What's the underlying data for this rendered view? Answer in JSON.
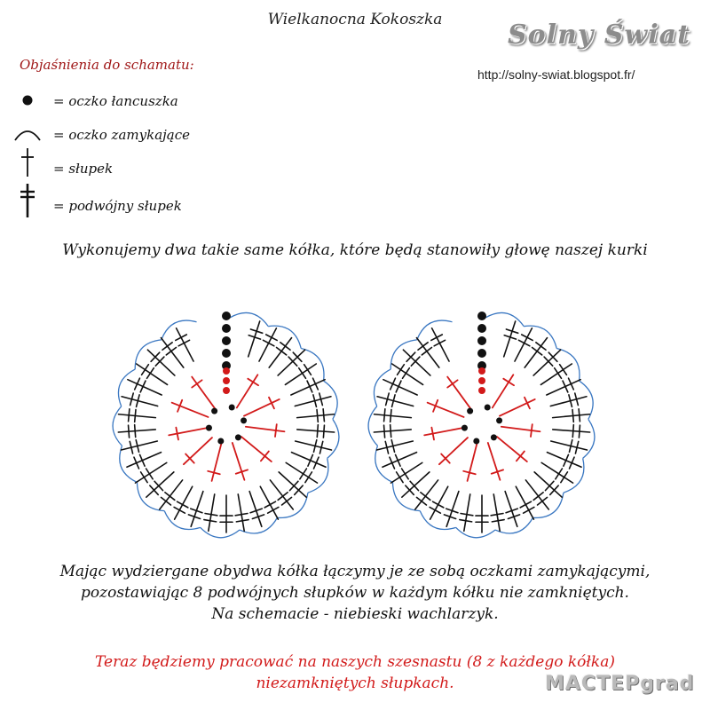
{
  "header": {
    "title": "Wielkanocna Kokoszka",
    "logo_text": "Solny Świat",
    "url": "http://solny-swiat.blogspot.fr/"
  },
  "legend": {
    "title": "Objaśnienia do schamatu:",
    "items": [
      {
        "icon": "chain-stitch-icon",
        "label": "= oczko łancuszka"
      },
      {
        "icon": "slip-stitch-icon",
        "label": "= oczko zamykające"
      },
      {
        "icon": "treble-stitch-icon",
        "label": "= słupek"
      },
      {
        "icon": "double-treble-stitch-icon",
        "label": "= podwójny słupek"
      }
    ]
  },
  "subtitle": "Wykonujemy dwa takie same kółka, które będą stanowiły głowę naszej kurki",
  "instructions": {
    "line1": "Mając wydziergane obydwa kółka łączymy je ze sobą oczkami zamykającymi,",
    "line2": "pozostawiając 8 podwójnych słupków w każdym kółku nie zamkniętych.",
    "line3": "Na schemacie - niebieski wachlarzyk.",
    "red_line1": "Teraz będziemy pracować na naszych szesnastu (8 z każdego kółka)",
    "red_line2": "niezamkniętych słupkach."
  },
  "watermark": "МАСТЕРgrad",
  "colors": {
    "legend_title": "#a01818",
    "red_stitches": "#d21a1a",
    "blue_scallops": "#3b78c2",
    "black_stitches": "#111111"
  }
}
